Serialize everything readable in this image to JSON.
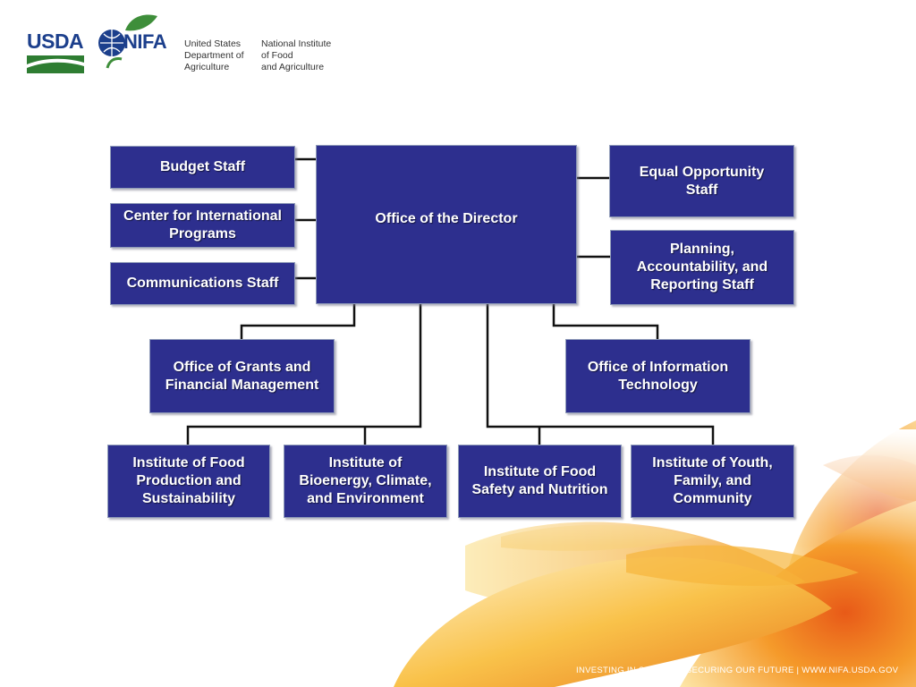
{
  "header": {
    "usda_logo": "USDA",
    "nifa_logo": "NIFA",
    "usda_name": "United States\nDepartment of\nAgriculture",
    "nifa_name": "National Institute\nof Food\nand Agriculture"
  },
  "org_chart": {
    "director": "Office of the Director",
    "left_staff": [
      "Budget Staff",
      "Center for International Programs",
      "Communications Staff"
    ],
    "right_staff": [
      "Equal Opportunity Staff",
      "Planning, Accountability, and Reporting Staff"
    ],
    "offices": [
      "Office of Grants and Financial Management",
      "Office of Information Technology"
    ],
    "institutes": [
      "Institute of Food Production and Sustainability",
      "Institute of Bioenergy, Climate, and Environment",
      "Institute of Food Safety and Nutrition",
      "Institute of Youth, Family, and Community"
    ]
  },
  "colors": {
    "box_fill": "#2d2f8e",
    "connector": "#111111",
    "brand_blue": "#1c3f8c",
    "nifa_green": "#3e8e3a"
  },
  "footer": {
    "tagline": "INVESTING IN SCIENCE | SECURING OUR FUTURE | WWW.NIFA.USDA.GOV"
  }
}
